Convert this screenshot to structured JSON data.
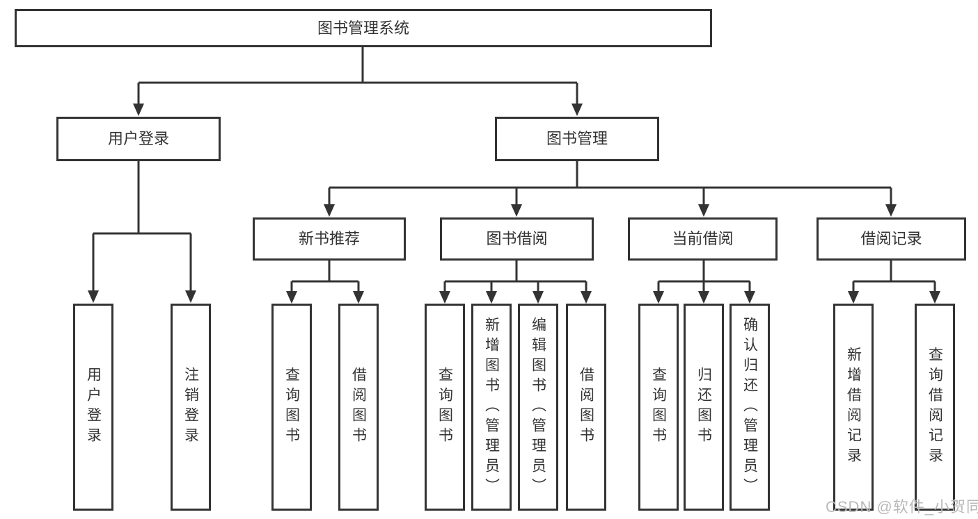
{
  "diagram": {
    "title_node": {
      "label": "图书管理系统"
    },
    "level2": [
      {
        "label": "用户登录"
      },
      {
        "label": "图书管理"
      }
    ],
    "level3": [
      {
        "label": "新书推荐",
        "parent": "图书管理"
      },
      {
        "label": "图书借阅",
        "parent": "图书管理"
      },
      {
        "label": "当前借阅",
        "parent": "图书管理"
      },
      {
        "label": "借阅记录",
        "parent": "图书管理"
      }
    ],
    "leaves": [
      {
        "label": "用户登录",
        "parent": "用户登录"
      },
      {
        "label": "注销登录",
        "parent": "用户登录"
      },
      {
        "label": "查询图书",
        "parent": "新书推荐"
      },
      {
        "label": "借阅图书",
        "parent": "新书推荐"
      },
      {
        "label": "查询图书",
        "parent": "图书借阅"
      },
      {
        "label": "新增图书（管理员）",
        "parent": "图书借阅"
      },
      {
        "label": "编辑图书（管理员）",
        "parent": "图书借阅"
      },
      {
        "label": "借阅图书",
        "parent": "图书借阅"
      },
      {
        "label": "查询图书",
        "parent": "当前借阅"
      },
      {
        "label": "归还图书",
        "parent": "当前借阅"
      },
      {
        "label": "确认归还（管理员）",
        "parent": "当前借阅"
      },
      {
        "label": "新增借阅记录",
        "parent": "借阅记录"
      },
      {
        "label": "查询借阅记录",
        "parent": "借阅记录"
      }
    ]
  },
  "watermark": {
    "text": "CSDN @软件_小贺同学"
  },
  "colors": {
    "line": "#333333",
    "text": "#333333",
    "background": "#ffffff",
    "watermark": "#b9b9b9"
  }
}
